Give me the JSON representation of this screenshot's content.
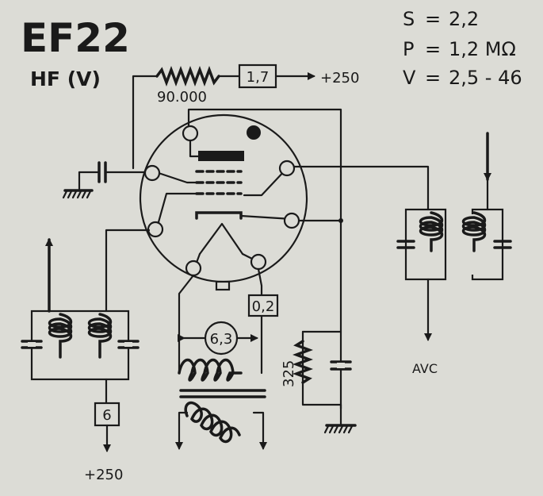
{
  "header": {
    "tube_type": "EF22",
    "tube_role": "HF (V)"
  },
  "specs": [
    {
      "symbol": "S",
      "eq": "=",
      "value": "2,2"
    },
    {
      "symbol": "P",
      "eq": "=",
      "value": "1,2 MΩ"
    },
    {
      "symbol": "V",
      "eq": "=",
      "value": "2,5 - 46"
    }
  ],
  "labels": {
    "anode_resistor": "90.000",
    "anode_supply": "+250",
    "screen_supply": "+250",
    "cathode_resistor": "325",
    "avc": "AVC"
  },
  "boxes": {
    "anode_current": "1,7",
    "screen_current": "6",
    "heater_current": "0,2",
    "heater_voltage": "6,3"
  },
  "colors": {
    "background": "#dcdcd6",
    "ink": "#1a1a1a"
  }
}
